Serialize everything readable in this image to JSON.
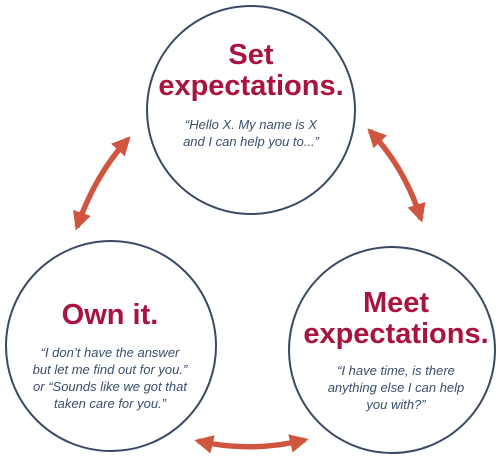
{
  "colors": {
    "title": "#a8143f",
    "quote": "#3a4f6b",
    "circle_stroke": "#3b4a63",
    "arrow": "#d0553f"
  },
  "nodes": {
    "set": {
      "title": [
        "Set",
        "expectations."
      ],
      "quote": [
        "“Hello X. My name is X",
        "and I can help you to...”"
      ]
    },
    "meet": {
      "title": [
        "Meet",
        "expectations."
      ],
      "quote": [
        "“I have time, is there",
        "anything else I can help",
        "you with?”"
      ]
    },
    "own": {
      "title": [
        "Own it."
      ],
      "quote": [
        "“I don’t have the answer",
        "but let me find out for you.”",
        "or “Sounds like we got that",
        "taken care for you.”"
      ]
    }
  },
  "arrows": [
    {
      "from": "own",
      "to": "set",
      "direction": "both"
    },
    {
      "from": "set",
      "to": "meet",
      "direction": "both"
    },
    {
      "from": "own",
      "to": "meet",
      "direction": "both"
    }
  ]
}
